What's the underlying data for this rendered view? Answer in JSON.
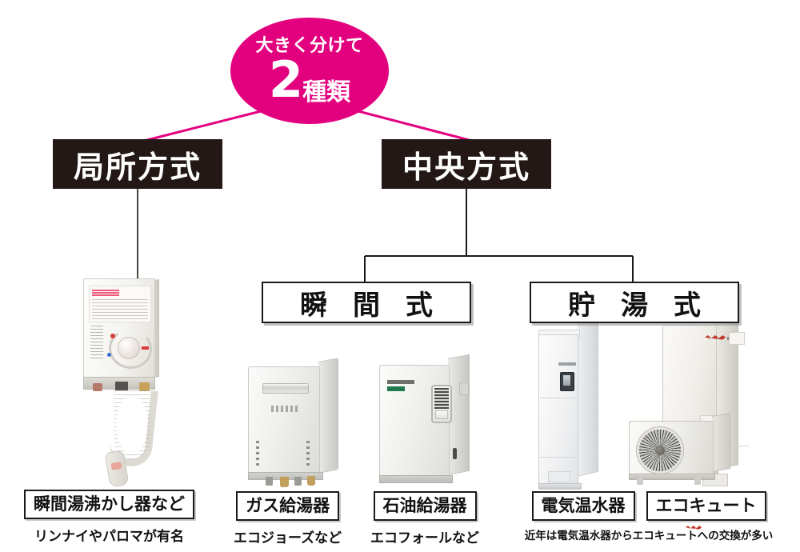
{
  "colors": {
    "accent_pink": "#E3007F",
    "box_black": "#231815",
    "outline_black": "#1a1a1a",
    "background": "#FFFFFF"
  },
  "badge": {
    "top_text": "大きく分けて",
    "number": "2",
    "unit": "種類"
  },
  "methods": [
    {
      "id": "local",
      "label": "局所方式"
    },
    {
      "id": "central",
      "label": "中央方式"
    }
  ],
  "types": [
    {
      "id": "instant",
      "label": "瞬 間 式"
    },
    {
      "id": "storage",
      "label": "貯 湯 式"
    }
  ],
  "products": {
    "local": {
      "box_label": "瞬間湯沸かし器など",
      "sub_label": "リンナイやパロマが有名",
      "image_name": "small-instant-water-heater-illustration"
    },
    "gas": {
      "box_label": "ガス給湯器",
      "sub_label": "エコジョーズなど",
      "image_name": "gas-water-heater-illustration"
    },
    "oil": {
      "box_label": "石油給湯器",
      "sub_label": "エコフォールなど",
      "image_name": "oil-water-heater-illustration"
    },
    "storage": {
      "box_label_electric": "電気温水器",
      "box_label_ecocute": "エコキュート",
      "sub_label": "近年は電気温水器からエコキュートへの交換が多い",
      "image_name_electric": "electric-water-heater-tank-illustration",
      "image_name_ecocute": "ecocute-heat-pump-water-heater-illustration"
    }
  }
}
